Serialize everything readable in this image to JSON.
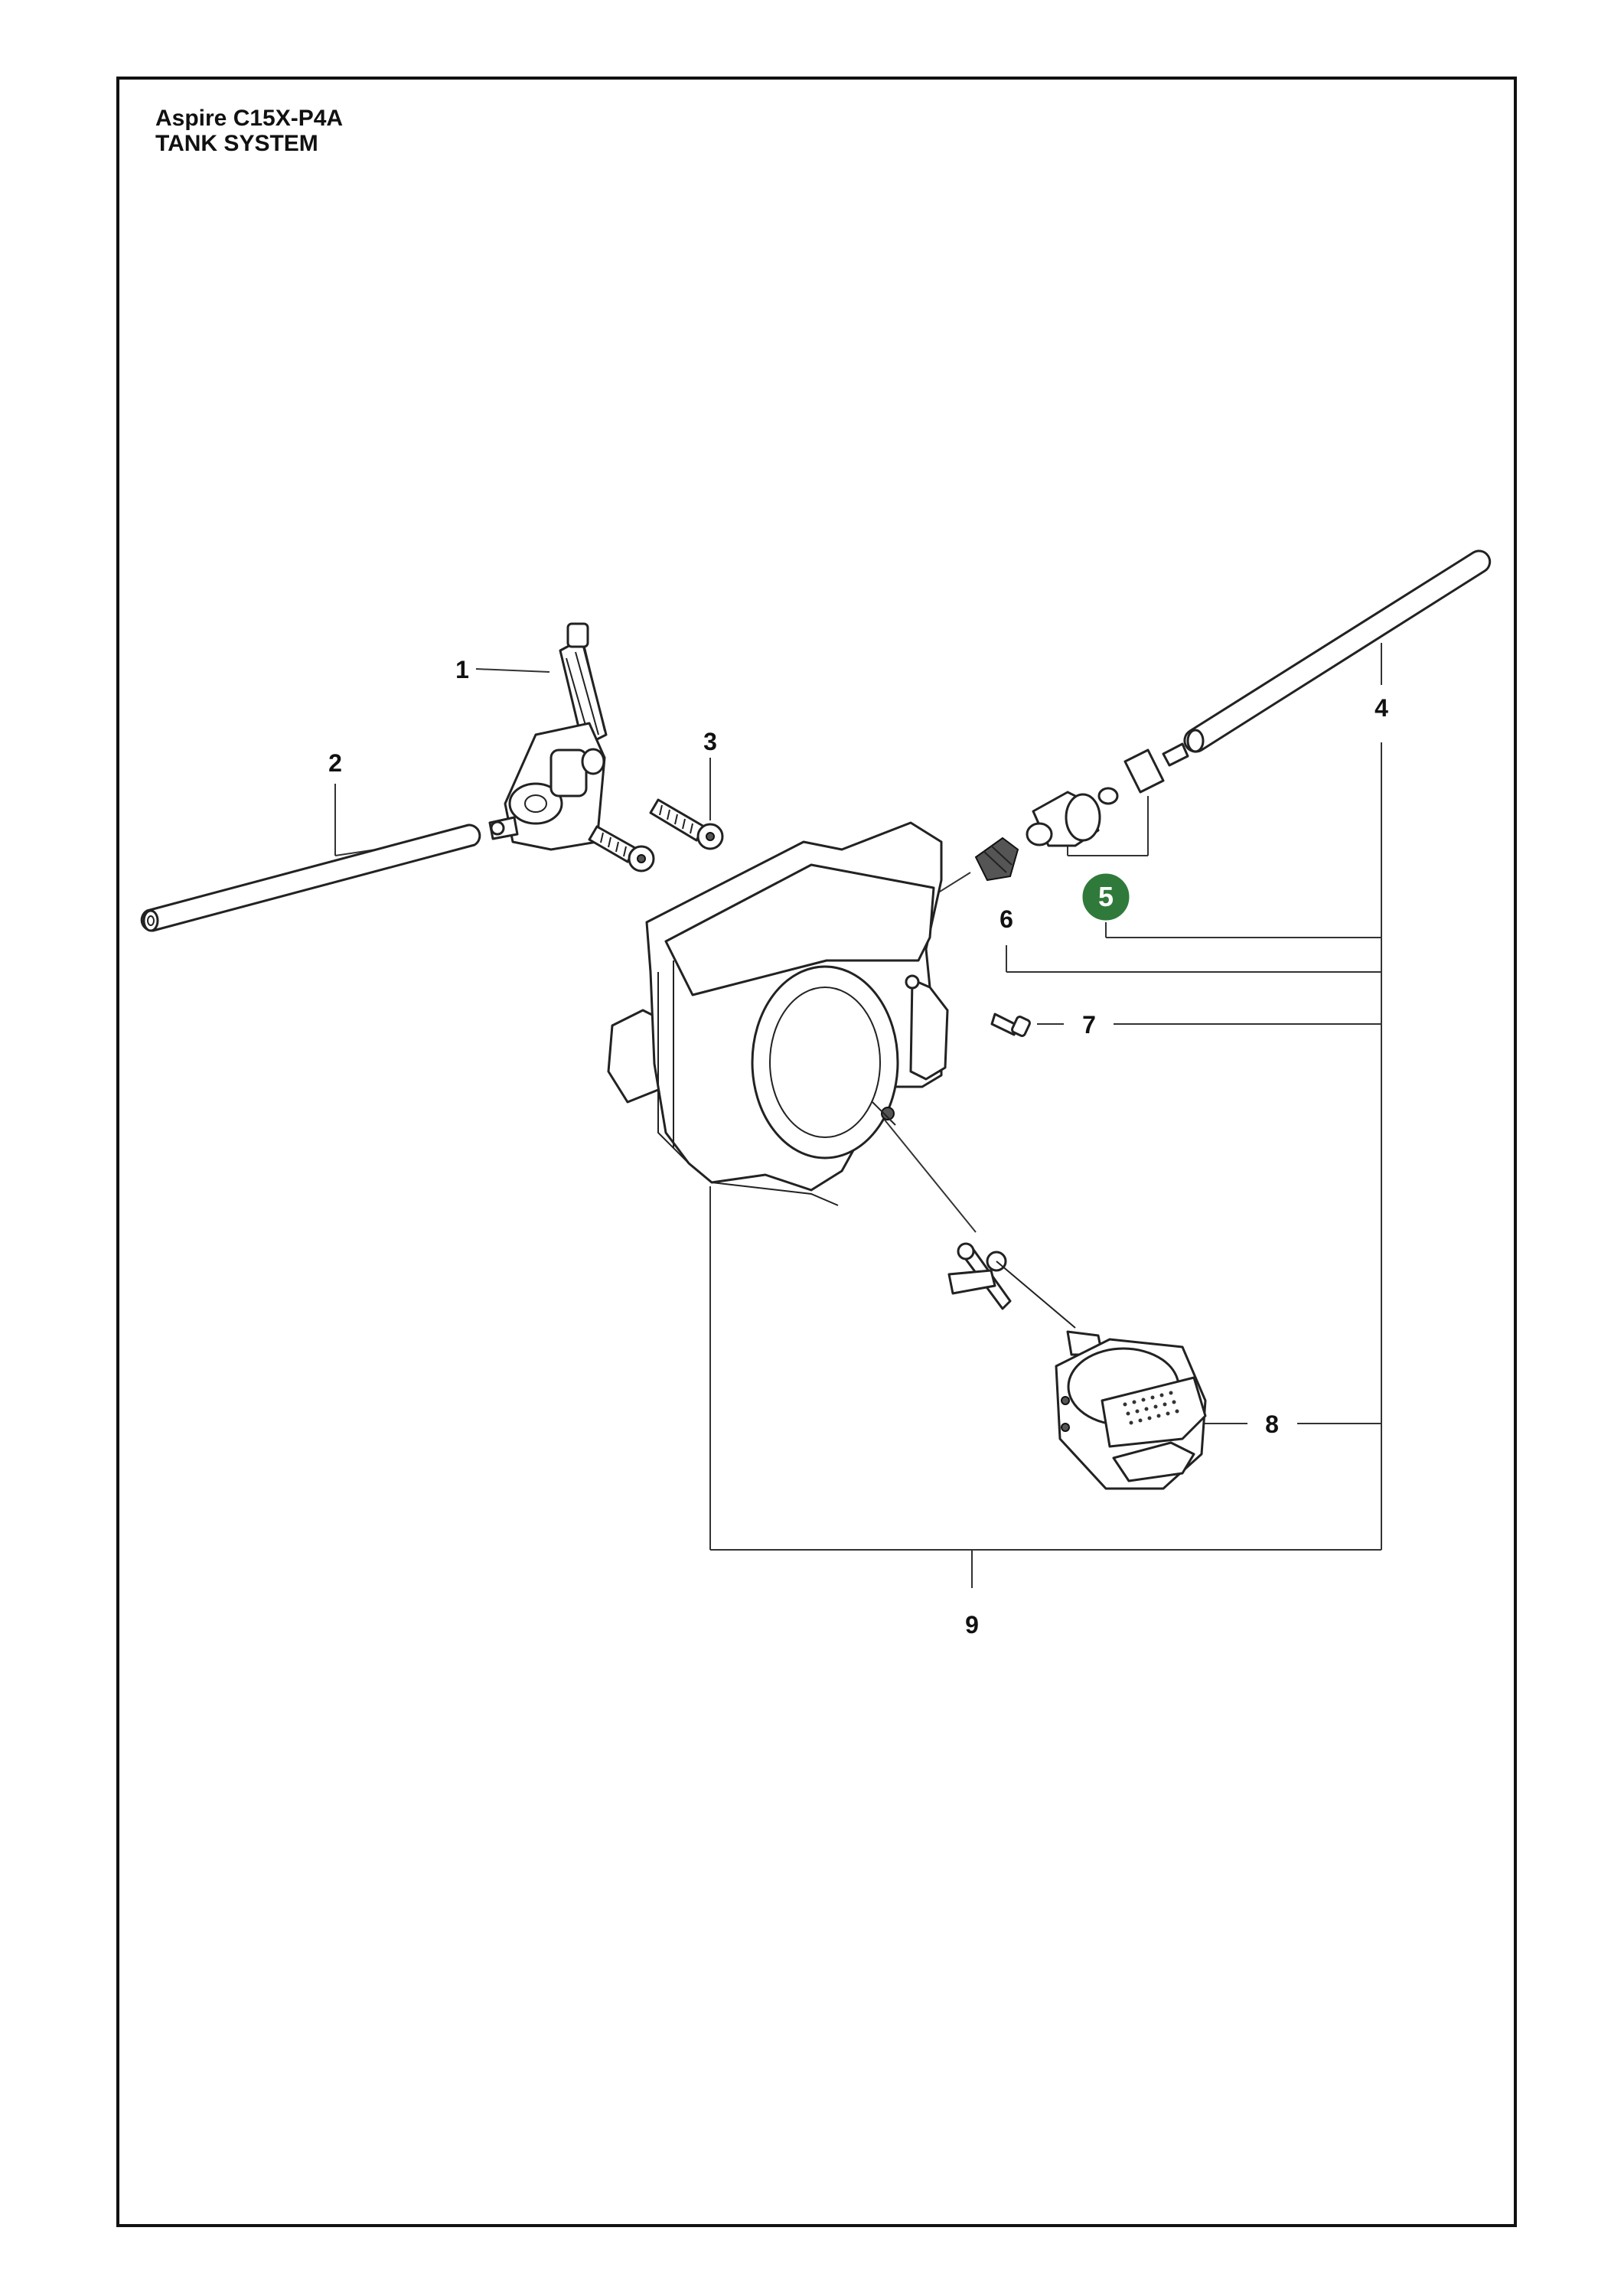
{
  "header": {
    "model": "Aspire C15X-P4A",
    "section": "TANK SYSTEM"
  },
  "callouts": {
    "c1": "1",
    "c2": "2",
    "c3": "3",
    "c4": "4",
    "c5": "5",
    "c6": "6",
    "c7": "7",
    "c8": "8",
    "c9": "9"
  },
  "colors": {
    "highlight_badge": "#2f7a3a",
    "line": "#111111",
    "tank_fill": "#e9e9e9"
  }
}
